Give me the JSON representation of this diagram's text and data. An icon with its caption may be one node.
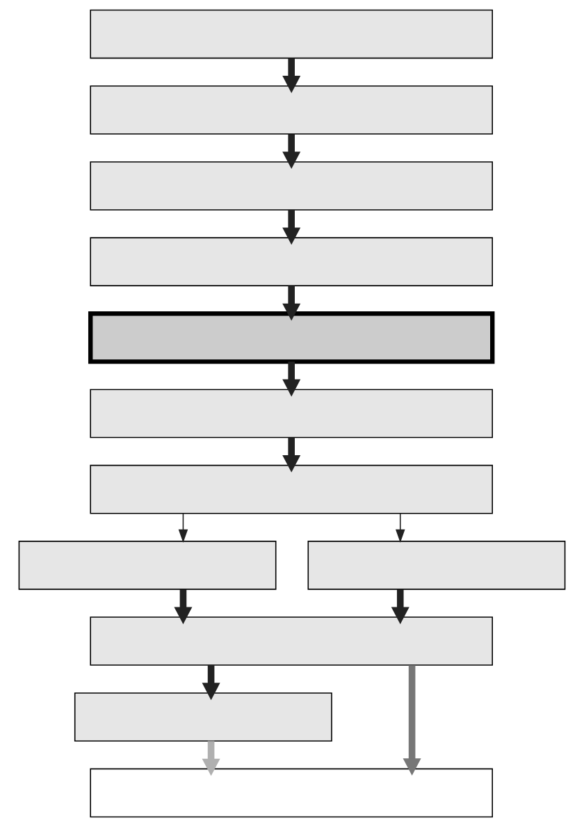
{
  "diagram": {
    "nodes": [
      {
        "text": [],
        "shape": "box"
      },
      {
        "text": [],
        "shape": "box"
      },
      {
        "text": [],
        "shape": "box"
      },
      {
        "text": [],
        "shape": "box"
      },
      {
        "text": [],
        "shape": "box"
      },
      {
        "text": [],
        "shape": "box"
      },
      {
        "text": [],
        "shape": "box"
      },
      {
        "text": [],
        "shape": "box"
      },
      {
        "text": [],
        "shape": "box"
      },
      {
        "text": [],
        "shape": "box"
      },
      {
        "text": [],
        "shape": "box"
      },
      {
        "text": [],
        "shape": "box"
      }
    ],
    "edges": [
      {
        "from": 0,
        "to": 1,
        "arrow": "to"
      },
      {
        "from": 1,
        "to": 2,
        "arrow": "to"
      },
      {
        "from": 2,
        "to": 3,
        "arrow": "to"
      },
      {
        "from": 3,
        "to": 4,
        "arrow": "to"
      },
      {
        "from": 4,
        "to": 5,
        "arrow": "to"
      },
      {
        "from": 5,
        "to": 6,
        "arrow": "to"
      },
      {
        "from": 6,
        "to": 7,
        "arrow": "to"
      },
      {
        "from": 6,
        "to": 8,
        "arrow": "to"
      },
      {
        "from": 7,
        "to": 9,
        "arrow": "to"
      },
      {
        "from": 8,
        "to": 9,
        "arrow": "to"
      },
      {
        "from": 9,
        "to": 10,
        "arrow": "to"
      },
      {
        "from": 9,
        "to": 11,
        "arrow": "to",
        "color": "#777777"
      },
      {
        "from": 10,
        "to": 11,
        "arrow": "to",
        "color": "#b0b0b0"
      }
    ]
  }
}
